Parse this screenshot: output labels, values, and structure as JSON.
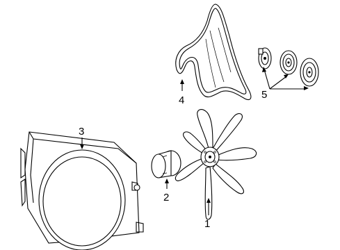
{
  "diagram": {
    "callouts": [
      {
        "id": "fan",
        "number": "1"
      },
      {
        "id": "clutch",
        "number": "2"
      },
      {
        "id": "shroud",
        "number": "3"
      },
      {
        "id": "belt",
        "number": "4"
      },
      {
        "id": "pulleys",
        "number": "5"
      }
    ]
  }
}
